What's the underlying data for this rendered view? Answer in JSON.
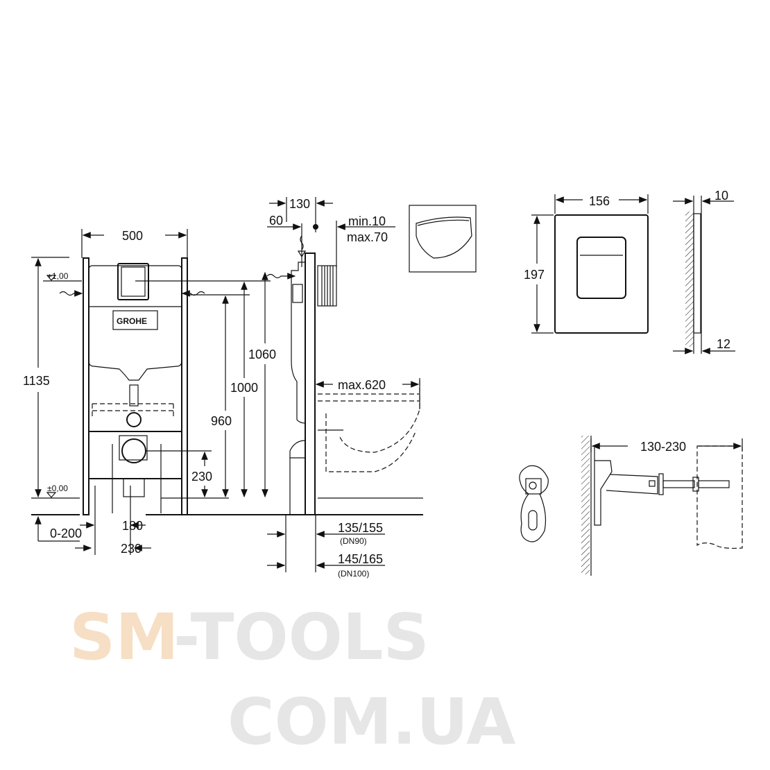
{
  "front_view": {
    "width_label": "500",
    "height_label": "1135",
    "level_top": "+1,00",
    "level_zero": "±0,00",
    "brand_logo": "GROHE",
    "adjust_label": "0-200",
    "spacing_inner": "180",
    "spacing_outer": "230"
  },
  "side_view": {
    "depth_label": "130",
    "offset_label": "60",
    "min_label": "min.10",
    "max_label": "max.70",
    "dim_1060": "1060",
    "dim_1000": "1000",
    "dim_960": "960",
    "dim_230": "230",
    "projection_label": "max.620",
    "dn90_value": "135/155",
    "dn90_label": "(DN90)",
    "dn100_value": "145/165",
    "dn100_label": "(DN100)"
  },
  "flush_plate": {
    "width_label": "156",
    "height_label": "197",
    "depth_top": "10",
    "depth_bottom": "12"
  },
  "bracket": {
    "range_label": "130-230"
  },
  "watermark": {
    "line1_a": "SM",
    "line1_b": "-TOOLS",
    "line2": "COM.UA",
    "accent": "#f6dfc4",
    "gray": "#e6e6e6"
  }
}
